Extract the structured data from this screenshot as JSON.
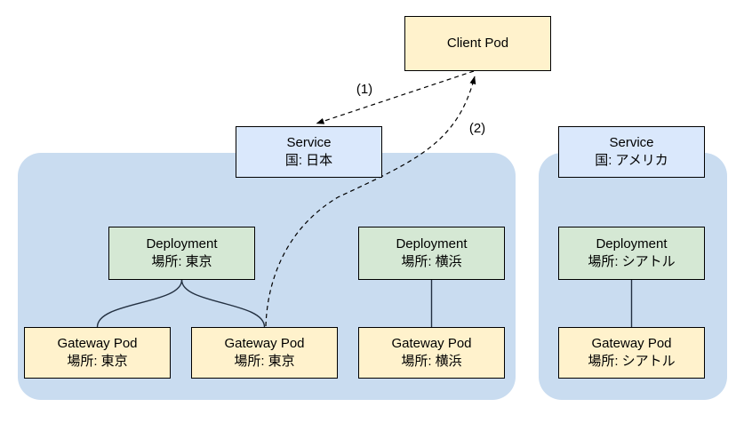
{
  "nodes": {
    "client_pod": {
      "title": "Client Pod"
    },
    "service_japan": {
      "title": "Service",
      "subtitle": "国: 日本"
    },
    "service_america": {
      "title": "Service",
      "subtitle": "国: アメリカ"
    },
    "deployment_tokyo": {
      "title": "Deployment",
      "subtitle": "場所: 東京"
    },
    "deployment_yokohama": {
      "title": "Deployment",
      "subtitle": "場所: 横浜"
    },
    "deployment_seattle": {
      "title": "Deployment",
      "subtitle": "場所: シアトル"
    },
    "gateway_tokyo_1": {
      "title": "Gateway Pod",
      "subtitle": "場所: 東京"
    },
    "gateway_tokyo_2": {
      "title": "Gateway Pod",
      "subtitle": "場所: 東京"
    },
    "gateway_yokohama": {
      "title": "Gateway Pod",
      "subtitle": "場所: 横浜"
    },
    "gateway_seattle": {
      "title": "Gateway Pod",
      "subtitle": "場所: シアトル"
    }
  },
  "edge_labels": {
    "step_1": "(1)",
    "step_2": "(2)"
  },
  "colors": {
    "background": "#ffffff",
    "cluster_fill": "#c9dcf0",
    "service_fill": "#dae8fc",
    "deployment_fill": "#d5e8d4",
    "pod_fill": "#fff2cc",
    "border": "#000000"
  }
}
